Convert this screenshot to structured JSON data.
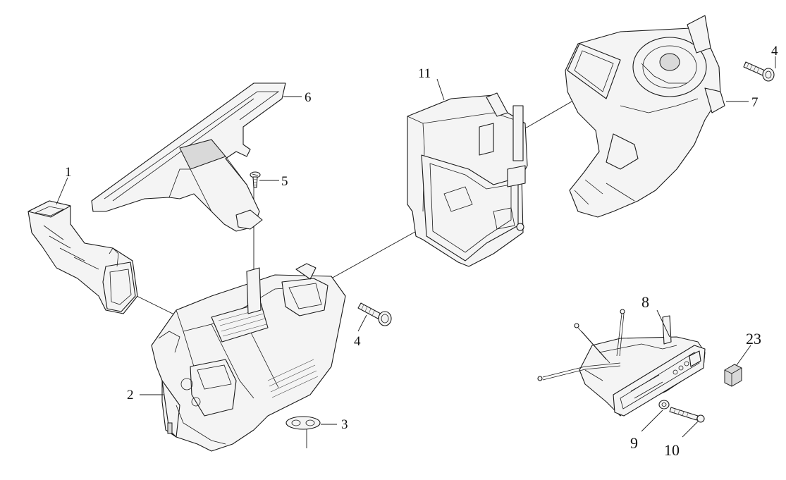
{
  "callouts": {
    "c1": "1",
    "c2": "2",
    "c3": "3",
    "c4a": "4",
    "c4b": "4",
    "c5": "5",
    "c6": "6",
    "c7": "7",
    "c8": "8",
    "c9": "9",
    "c10": "10",
    "c11": "11",
    "c23": "23"
  },
  "colors": {
    "line": "#1a1a1a",
    "fill": "#f4f4f4",
    "background": "#ffffff"
  }
}
